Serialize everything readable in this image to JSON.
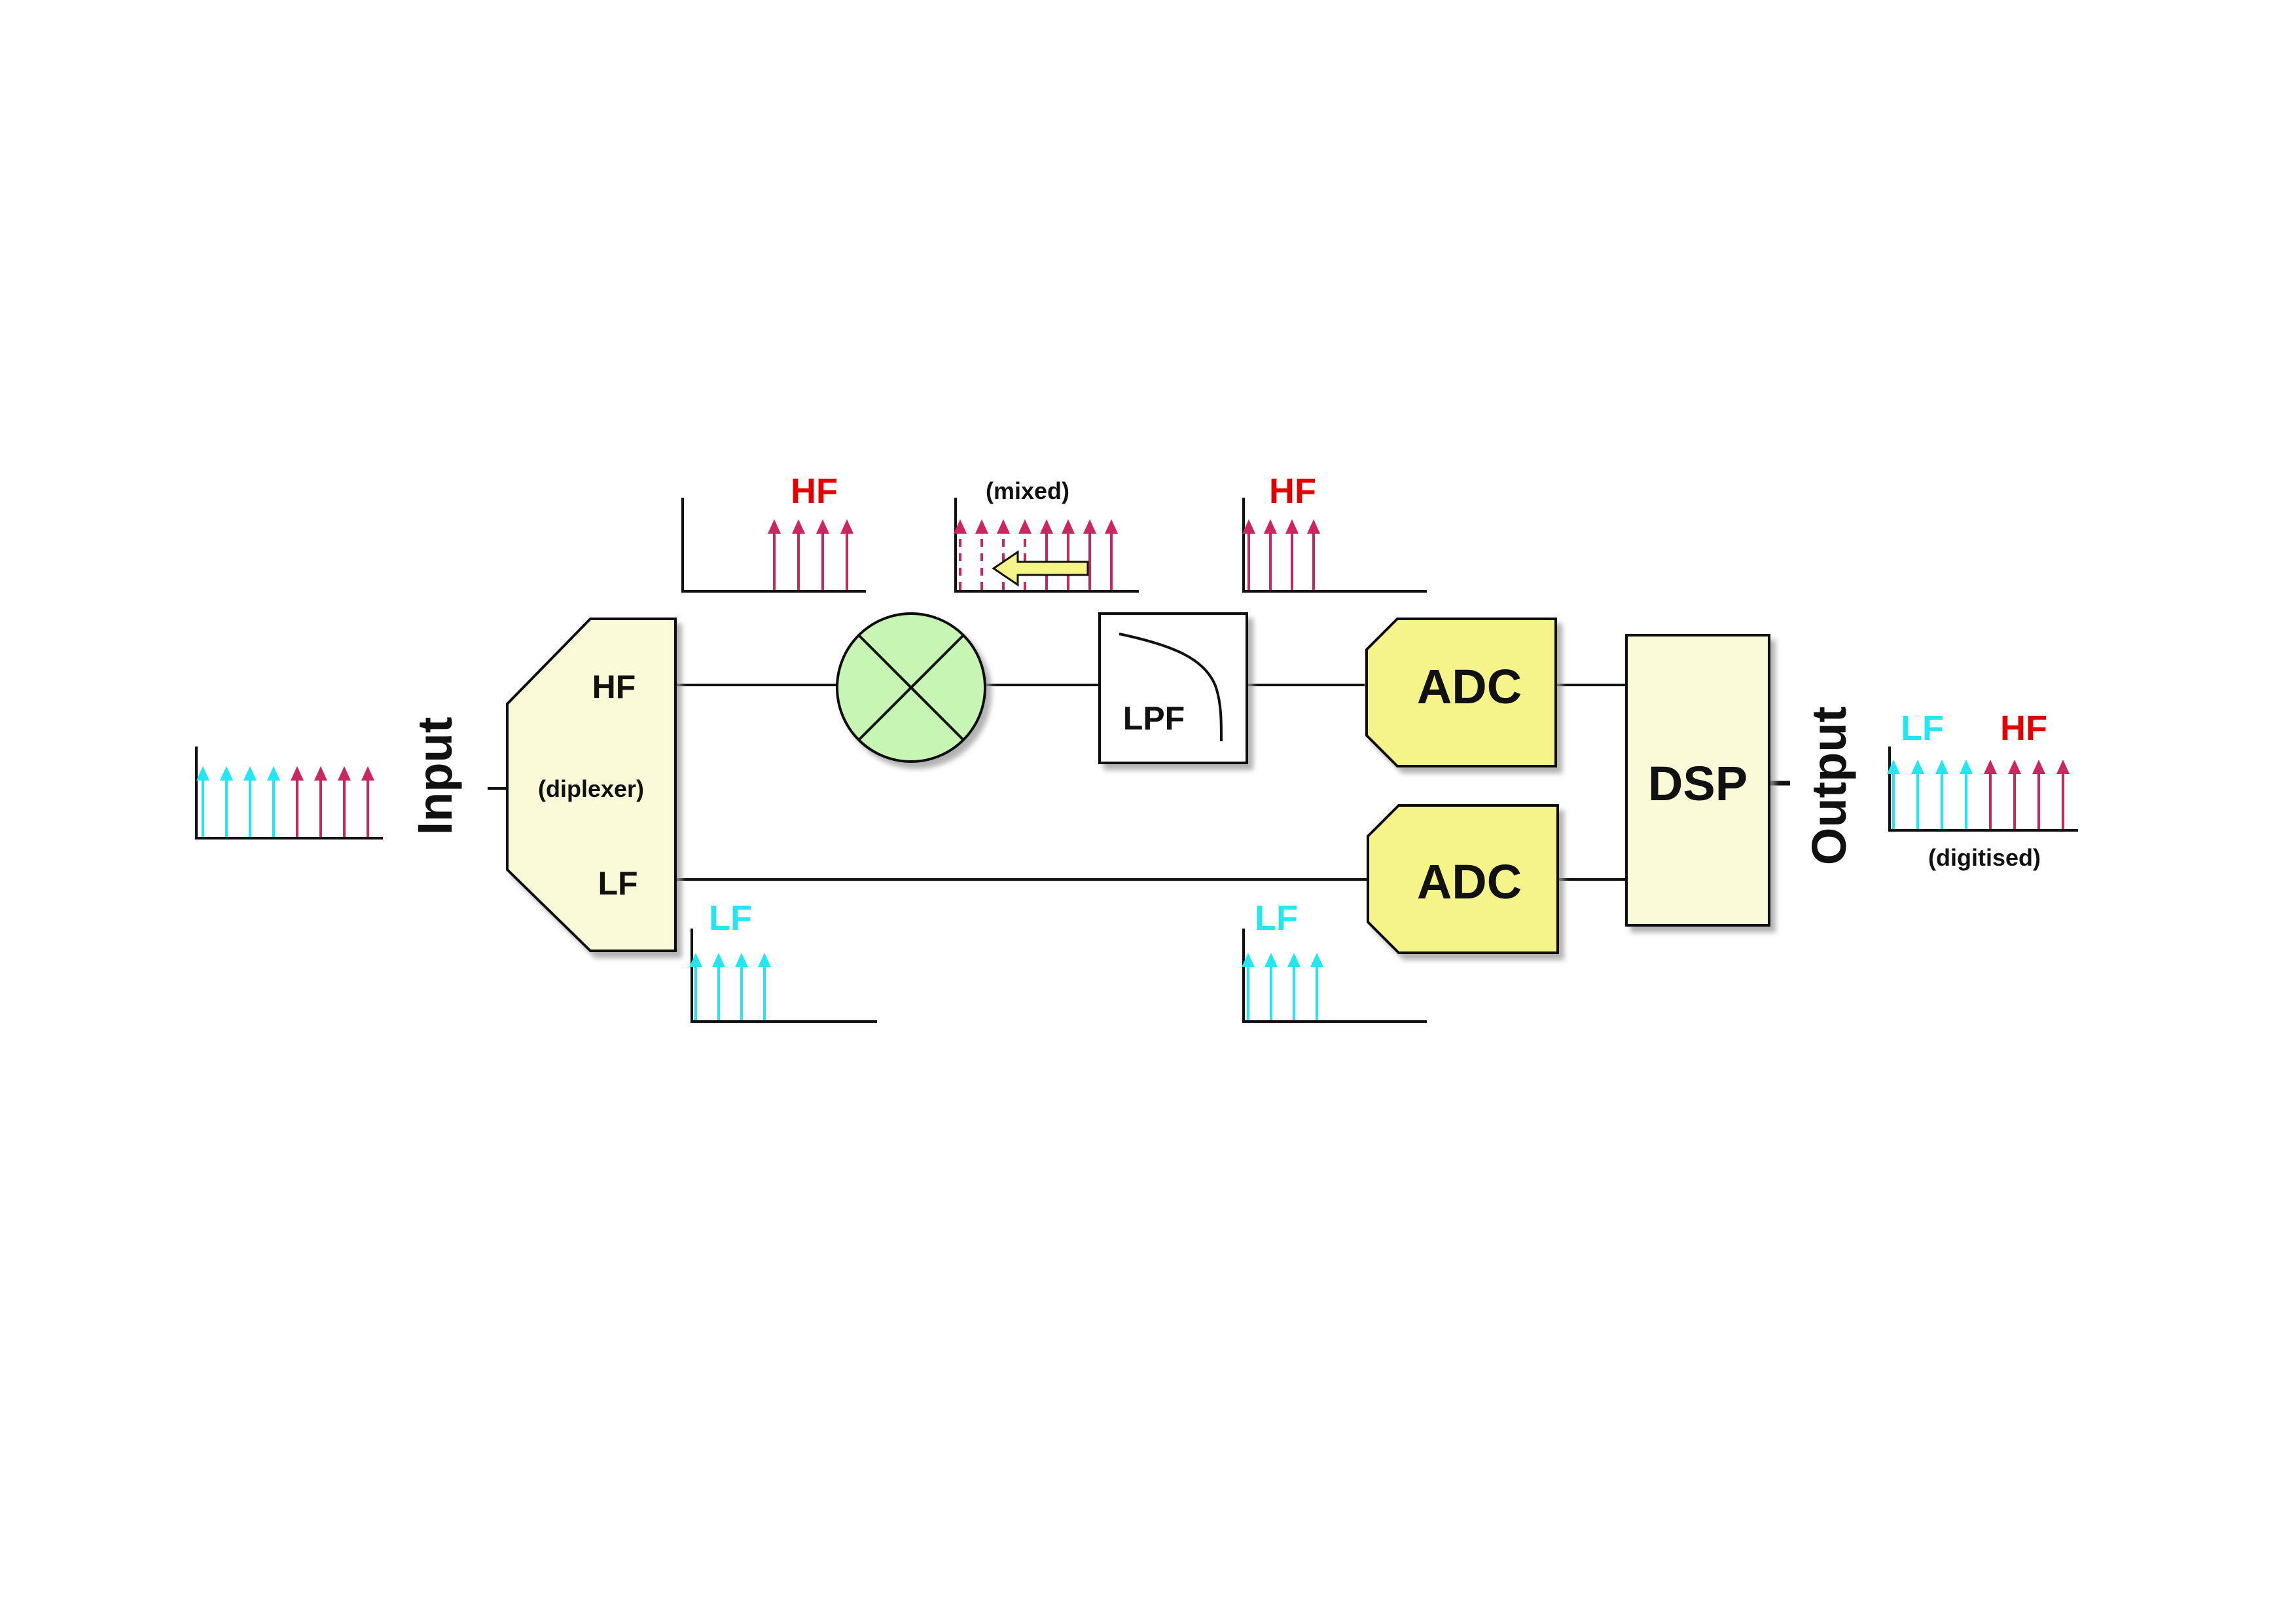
{
  "colors": {
    "lf": "#22e6f2",
    "hf": "#c8285f",
    "hf_label": "#e00000",
    "block_fill": "#fafad8",
    "adc_fill": "#f4f48a",
    "mixer_fill": "#c6f5b4",
    "shift_arrow_fill": "#f4f48a",
    "line": "#111111",
    "shadow": "#b0b0b0"
  },
  "labels": {
    "input": "Input",
    "output": "Output",
    "diplexer_hf": "HF",
    "diplexer_lf": "LF",
    "diplexer_caption": "(diplexer)",
    "lpf": "LPF",
    "adc_top": "ADC",
    "adc_bottom": "ADC",
    "dsp": "DSP"
  },
  "spectra": {
    "input": {
      "caption": "",
      "lf_count": 4,
      "hf_count": 4
    },
    "hf_after_diplexer": {
      "caption": "HF",
      "lf_count": 0,
      "hf_count": 4
    },
    "mixed": {
      "caption": "(mixed)",
      "shifted_count": 4,
      "hf_count": 4
    },
    "hf_after_lpf": {
      "caption": "HF",
      "lf_count": 0,
      "hf_count": 4
    },
    "lf_after_diplexer": {
      "caption": "LF",
      "lf_count": 4,
      "hf_count": 0
    },
    "lf_before_adc": {
      "caption": "LF",
      "lf_count": 4,
      "hf_count": 0
    },
    "output": {
      "caption_lf": "LF",
      "caption_hf": "HF",
      "caption": "(digitised)",
      "lf_count": 4,
      "hf_count": 4
    }
  },
  "icons": {
    "mixer": "multiply-cross-icon",
    "lpf_curve": "lowpass-response-icon",
    "shift_arrow": "left-arrow-icon"
  }
}
